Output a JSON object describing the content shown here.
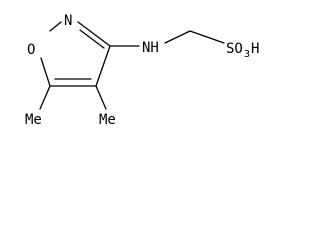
{
  "molecule": {
    "atoms": {
      "n_ring": "N",
      "o_ring": "O",
      "nh": "NH",
      "so3": "SO",
      "so3_sub": "3",
      "so3_h": "H",
      "methyl_5": "Me",
      "methyl_4": "Me"
    }
  }
}
